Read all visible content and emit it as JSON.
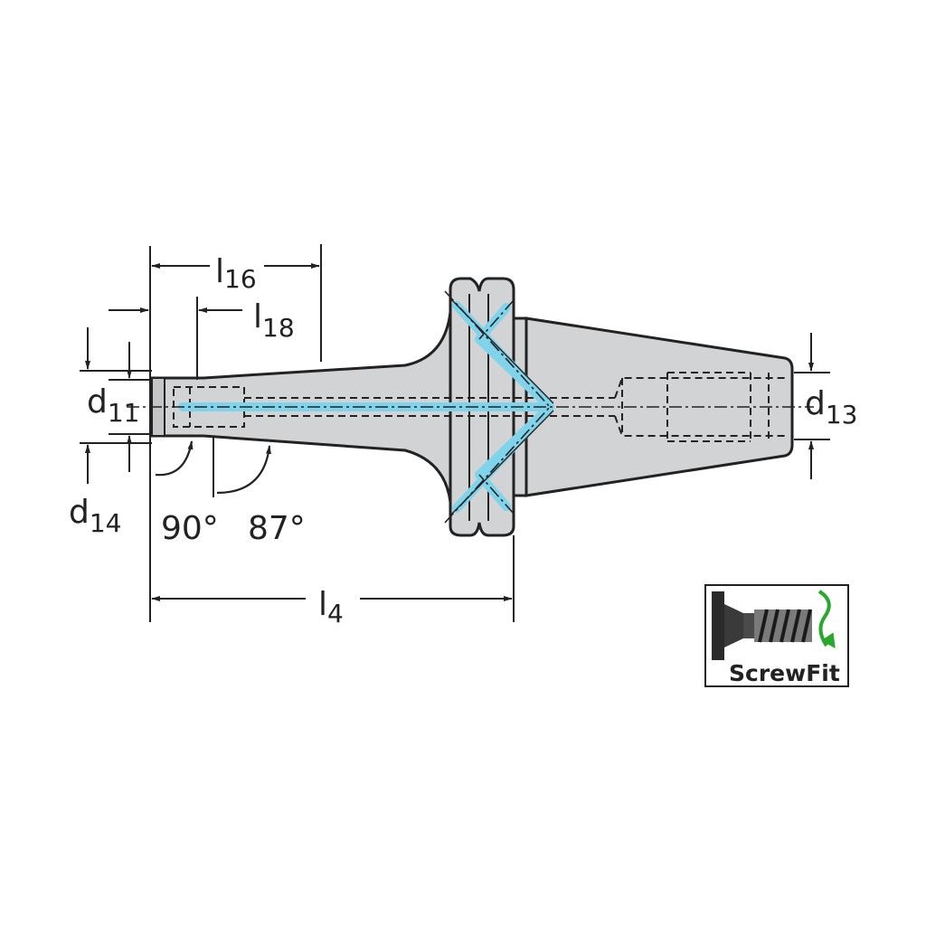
{
  "colors": {
    "line": "#222222",
    "body_fill": "#d2d3d5",
    "coolant": "#7fd3ea",
    "arrow_green": "#2aa82e",
    "background": "#ffffff"
  },
  "dimensions": {
    "l16": {
      "main": "l",
      "sub": "16"
    },
    "l18": {
      "main": "l",
      "sub": "18"
    },
    "l4": {
      "main": "l",
      "sub": "4"
    },
    "d11": {
      "main": "d",
      "sub": "11"
    },
    "d13": {
      "main": "d",
      "sub": "13"
    },
    "d14": {
      "main": "d",
      "sub": "14"
    }
  },
  "angles": {
    "a90": "90°",
    "a87": "87°"
  },
  "logo": {
    "label": "ScrewFit",
    "icon": "screwfit-thread-icon",
    "arrow_icon": "curved-arrow-down-icon"
  }
}
